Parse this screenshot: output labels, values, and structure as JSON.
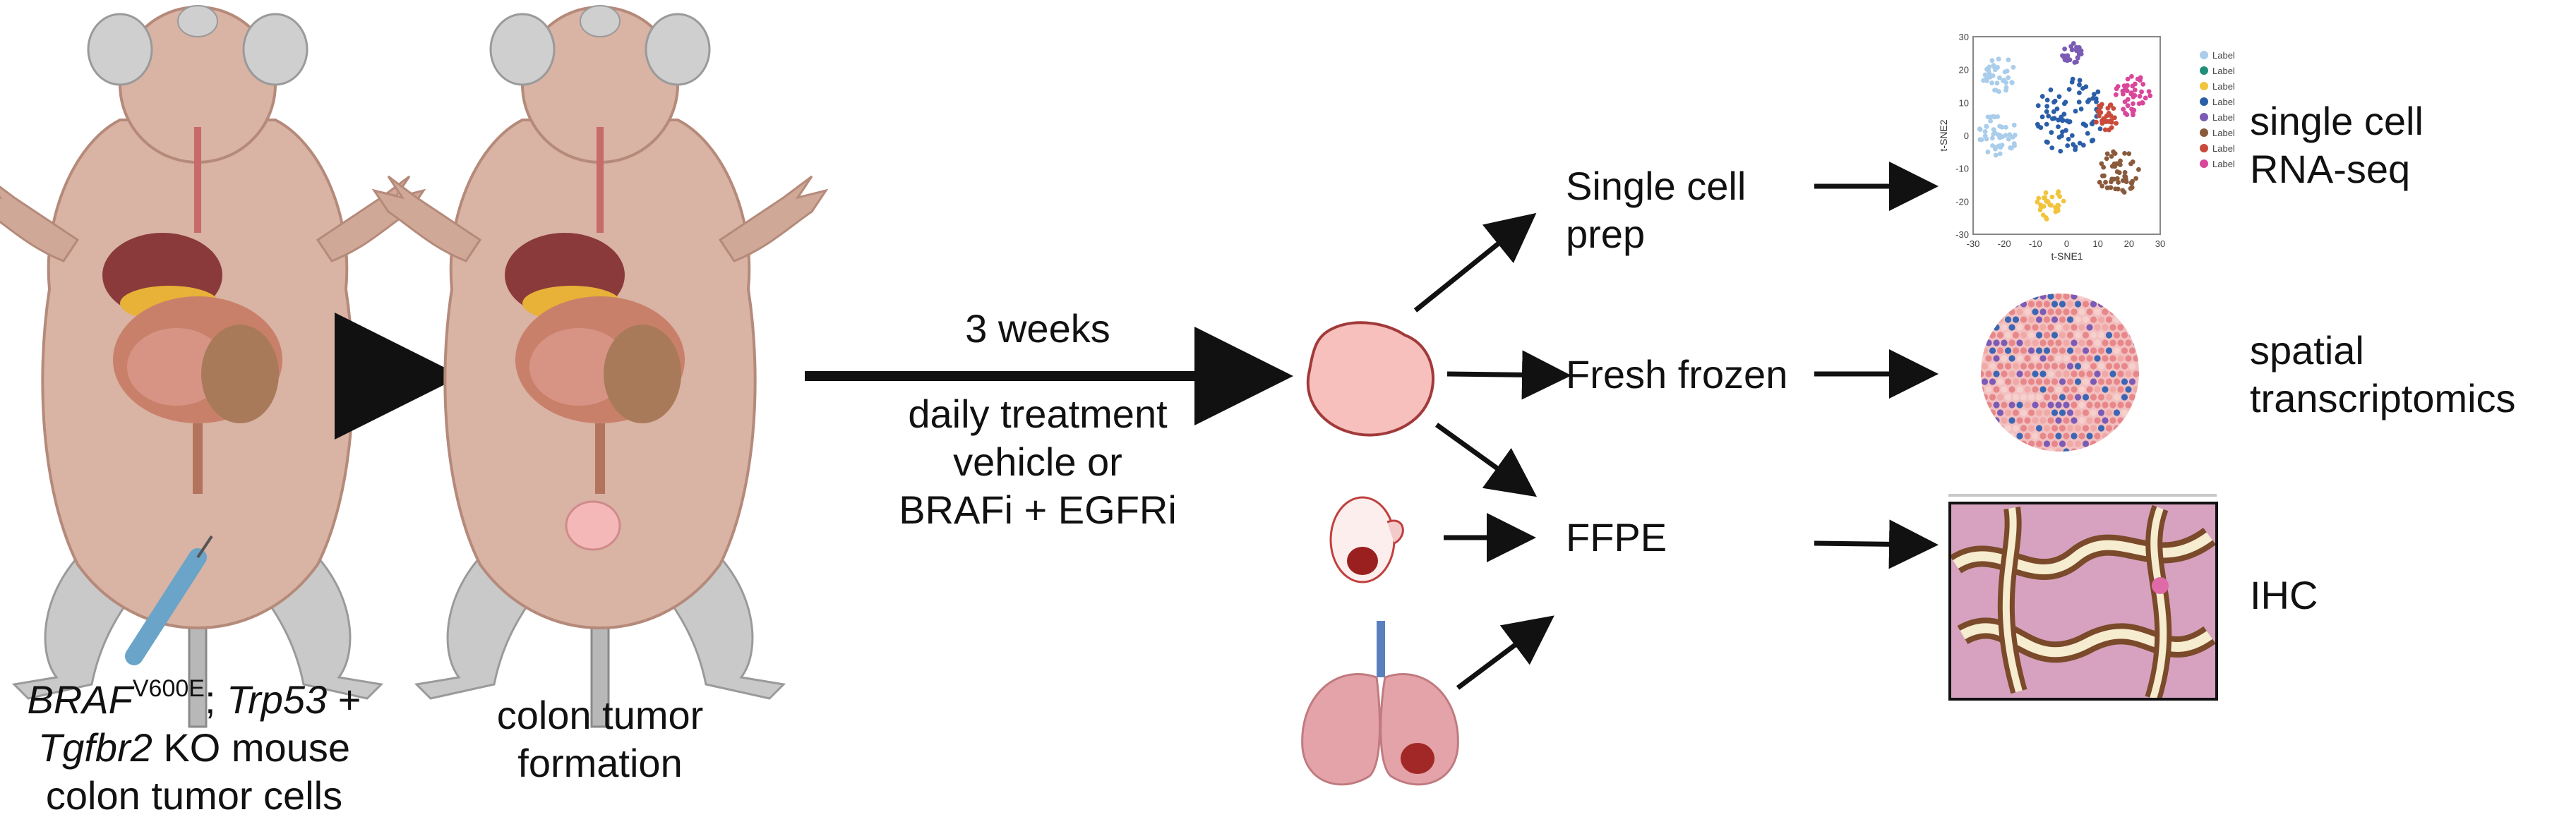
{
  "injection_label": {
    "gene": "BRAF",
    "mutation": "V600E",
    "sep": "; ",
    "gene2": "Trp53",
    "plus": " +",
    "gene3": "Tgfbr2",
    "line2_rest": " KO mouse",
    "line3": "colon tumor cells"
  },
  "formation_label": {
    "line1": "colon tumor",
    "line2": "formation"
  },
  "treatment": {
    "duration": "3 weeks",
    "line1": "daily treatment",
    "line2": "vehicle or",
    "line3": "BRAFi + EGFRi"
  },
  "methods": {
    "single_cell_prep": [
      "Single cell",
      "prep"
    ],
    "fresh_frozen": "Fresh frozen",
    "ffpe": "FFPE"
  },
  "outputs": {
    "scrnaseq": [
      "single cell",
      "RNA-seq"
    ],
    "spatial": [
      "spatial",
      "transcriptomics"
    ],
    "ihc": "IHC"
  },
  "tsne": {
    "xlabel": "t-SNE1",
    "ylabel": "t-SNE2",
    "xticks": [
      "-30",
      "-20",
      "-10",
      "0",
      "10",
      "20",
      "30"
    ],
    "yticks": [
      "30",
      "20",
      "10",
      "0",
      "-10",
      "-20",
      "-30"
    ],
    "legend": [
      {
        "label": "Label",
        "color": "#a9cdea"
      },
      {
        "label": "Label",
        "color": "#1f8f7a"
      },
      {
        "label": "Label",
        "color": "#f2c43c"
      },
      {
        "label": "Label",
        "color": "#2b5ea8"
      },
      {
        "label": "Label",
        "color": "#7b5bb5"
      },
      {
        "label": "Label",
        "color": "#8a5a3c"
      },
      {
        "label": "Label",
        "color": "#c94a3a"
      },
      {
        "label": "Label",
        "color": "#d9479a"
      }
    ]
  },
  "colors": {
    "mouse_body": "#d9b3a3",
    "mouse_outline": "#b58a7a",
    "arrow": "#111111",
    "tumor": "#f5b8b8",
    "tumor_dark": "#b22c2c",
    "ihc_brown": "#7a4a2a",
    "ihc_pink": "#e6a6c8",
    "ihc_cream": "#f6ecd0"
  }
}
